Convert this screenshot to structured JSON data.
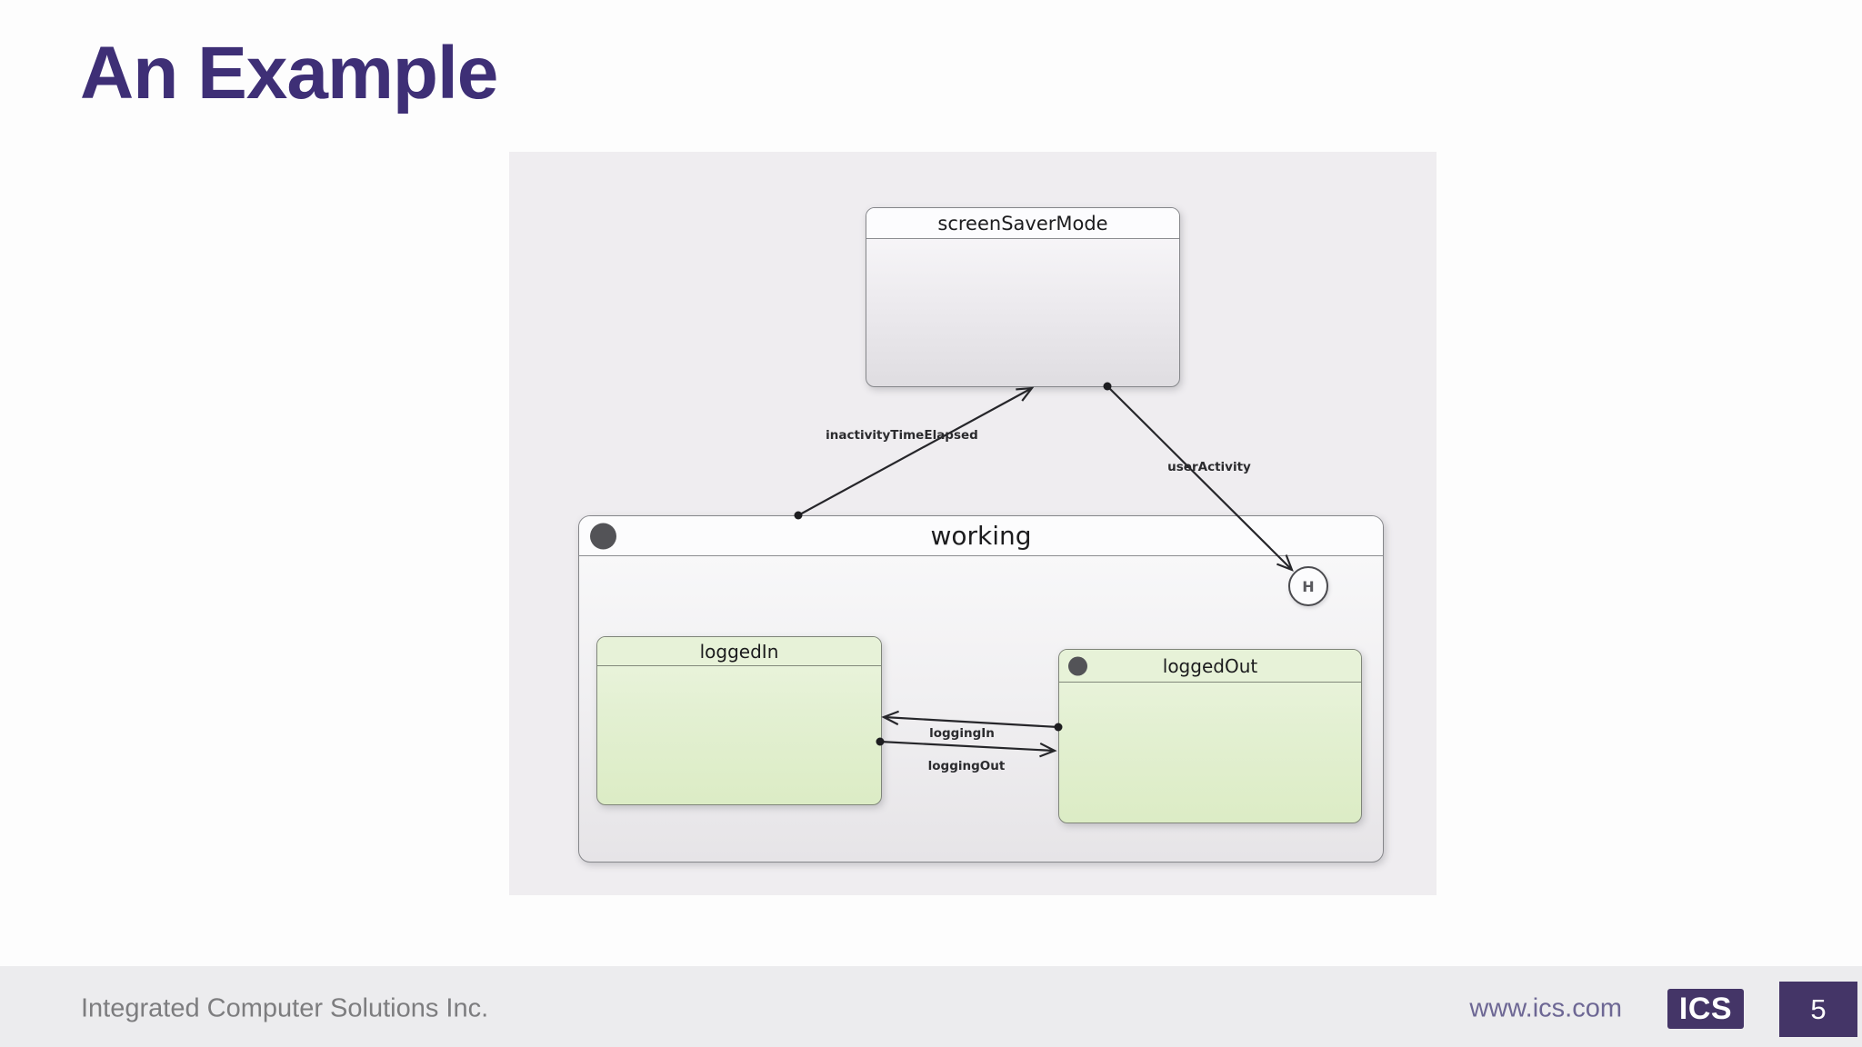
{
  "slide": {
    "title": "An Example",
    "page_number": "5",
    "footer": {
      "company": "Integrated Computer Solutions Inc.",
      "website": "www.ics.com",
      "logo_text": "ICS"
    },
    "colors": {
      "title_text": "#3e2f76",
      "slide_background": "#fdfdfd",
      "diagram_background": "#efedf0",
      "footer_background": "#ececee",
      "footer_text": "#7d7d7f",
      "website_text": "#6d6794",
      "brand_purple": "#443567",
      "state_green": "#e3f0d2",
      "state_gray": "#eceaed",
      "transition_line": "#26262a",
      "initial_dot": "#535357"
    }
  },
  "diagram": {
    "type": "uml-statechart",
    "states": [
      {
        "id": "screenSaverMode",
        "label": "screenSaverMode",
        "kind": "simple-state"
      },
      {
        "id": "working",
        "label": "working",
        "kind": "composite-state",
        "has_initial_dot": true
      },
      {
        "id": "loggedIn",
        "label": "loggedIn",
        "kind": "simple-state",
        "parent": "working"
      },
      {
        "id": "loggedOut",
        "label": "loggedOut",
        "kind": "simple-state",
        "parent": "working",
        "has_initial_dot": true
      },
      {
        "id": "history",
        "label": "H",
        "kind": "shallow-history",
        "parent": "working"
      }
    ],
    "transitions": [
      {
        "label": "inactivityTimeElapsed",
        "from": "working",
        "to": "screenSaverMode"
      },
      {
        "label": "userActivity",
        "from": "screenSaverMode",
        "to": "history"
      },
      {
        "label": "loggingIn",
        "from": "loggedOut",
        "to": "loggedIn"
      },
      {
        "label": "loggingOut",
        "from": "loggedIn",
        "to": "loggedOut"
      }
    ]
  }
}
